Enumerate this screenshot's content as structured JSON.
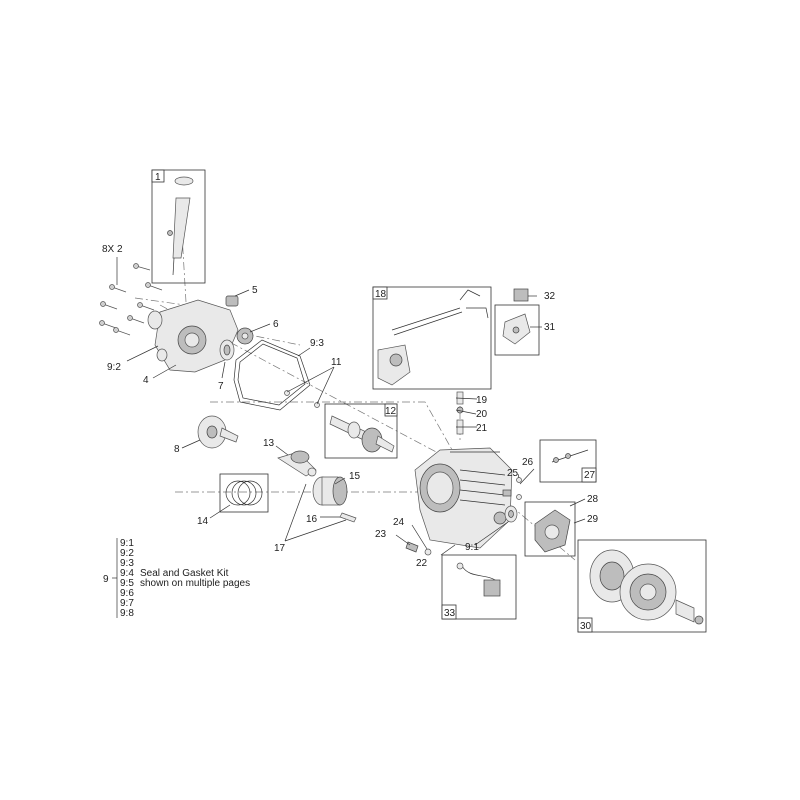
{
  "callouts": {
    "c1": "1",
    "c4": "4",
    "c5": "5",
    "c6": "6",
    "c7": "7",
    "c8": "8",
    "c8x2": "8X 2",
    "c9_2": "9:2",
    "c9_3": "9:3",
    "c11": "11",
    "c12": "12",
    "c13": "13",
    "c14": "14",
    "c15": "15",
    "c16": "16",
    "c17": "17",
    "c18": "18",
    "c19": "19",
    "c20": "20",
    "c21": "21",
    "c22": "22",
    "c23": "23",
    "c24": "24",
    "c25": "25",
    "c26": "26",
    "c27": "27",
    "c28": "28",
    "c29": "29",
    "c30": "30",
    "c31": "31",
    "c32": "32",
    "c33": "33",
    "c9_1": "9:1"
  },
  "kit_legend": {
    "ref": "9",
    "items": [
      "9:1",
      "9:2",
      "9:3",
      "9:4",
      "9:5",
      "9:6",
      "9:7",
      "9:8"
    ],
    "line1": "Seal and Gasket Kit",
    "line2": "shown on multiple pages"
  }
}
